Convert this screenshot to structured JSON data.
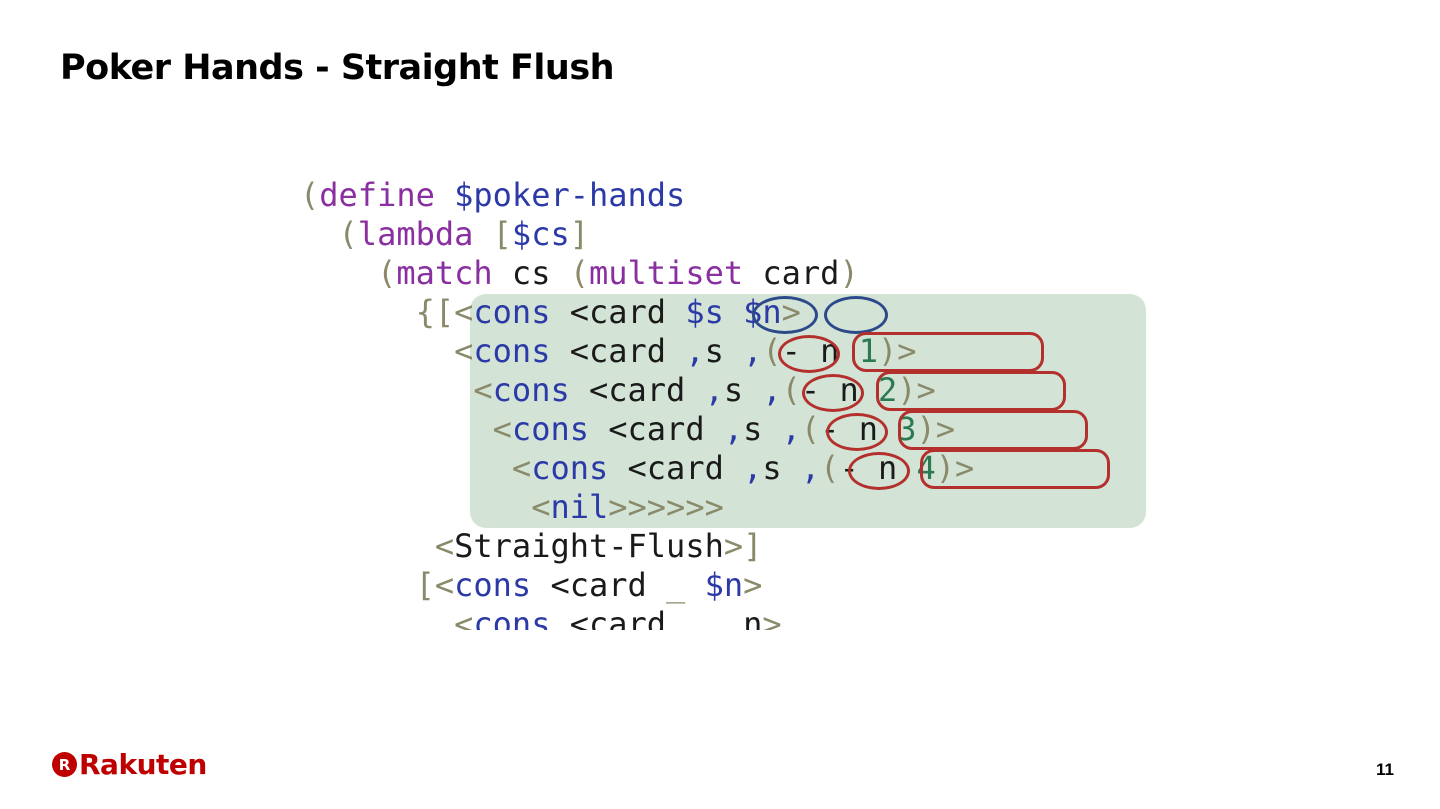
{
  "slide": {
    "title": "Poker Hands - Straight Flush",
    "page_number": "11"
  },
  "logo": {
    "mark": "R",
    "text": "Rakuten"
  },
  "code": {
    "l1": {
      "open": "(",
      "kw": "define",
      "sp": " ",
      "var": "$poker-hands"
    },
    "l2": {
      "indent": "  ",
      "open": "(",
      "kw": "lambda",
      "sp": " ",
      "b1": "[",
      "var": "$cs",
      "b2": "]"
    },
    "l3": {
      "indent": "    ",
      "open": "(",
      "kw": "match",
      "t1": " cs ",
      "open2": "(",
      "kw2": "multiset",
      "t2": " card",
      "close": ")"
    },
    "l4": {
      "indent": "      ",
      "b": "{[",
      "a": "<",
      "cons": "cons",
      "t1": " <card ",
      "s": "$s",
      "sp": " ",
      "n": "$n",
      "g": ">"
    },
    "l5": {
      "indent": "        ",
      "a": "<",
      "cons": "cons",
      "t1": " <card ",
      "c1": ",",
      "s": "s",
      "sp": " ",
      "c2": ",",
      "o": "(",
      "expr": "- n ",
      "num": "1",
      "cl": ")",
      "g": ">"
    },
    "l6": {
      "indent": "         ",
      "a": "<",
      "cons": "cons",
      "t1": " <card ",
      "c1": ",",
      "s": "s",
      "sp": " ",
      "c2": ",",
      "o": "(",
      "expr": "- n ",
      "num": "2",
      "cl": ")",
      "g": ">"
    },
    "l7": {
      "indent": "          ",
      "a": "<",
      "cons": "cons",
      "t1": " <card ",
      "c1": ",",
      "s": "s",
      "sp": " ",
      "c2": ",",
      "o": "(",
      "expr": "- n ",
      "num": "3",
      "cl": ")",
      "g": ">"
    },
    "l8": {
      "indent": "           ",
      "a": "<",
      "cons": "cons",
      "t1": " <card ",
      "c1": ",",
      "s": "s",
      "sp": " ",
      "c2": ",",
      "o": "(",
      "expr": "- n ",
      "num": "4",
      "cl": ")",
      "g": ">"
    },
    "l9": {
      "indent": "            ",
      "a": "<",
      "nil": "nil",
      "g": ">>>>>>"
    },
    "l10": {
      "indent": "       ",
      "a": "<",
      "tag": "Straight-Flush",
      "g": ">",
      "b": "]"
    },
    "l11": {
      "indent": "      ",
      "b": "[",
      "a": "<",
      "cons": "cons",
      "t1": " <card ",
      "us": "_",
      "sp": " ",
      "n": "$n",
      "g": ">"
    },
    "l12": {
      "indent": "        ",
      "a": "<",
      "cons": "cons",
      "t1": " <card",
      "sp": " ",
      "us": "_",
      "sp2": " ",
      "c": ",",
      "n": "n",
      "g": ">"
    }
  }
}
